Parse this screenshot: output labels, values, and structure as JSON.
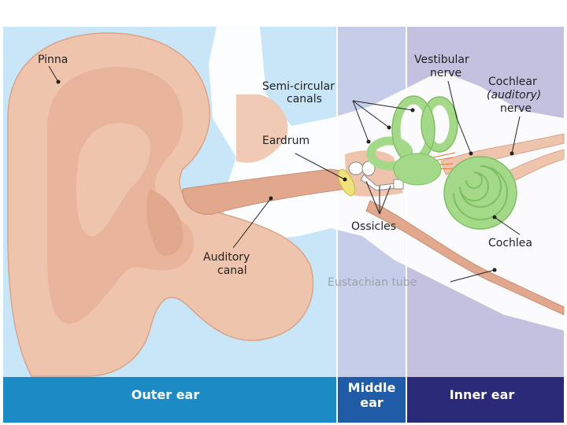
{
  "labels": {
    "pinna": "Pinna",
    "semicircular_1": "Semi-circular",
    "semicircular_2": "canals",
    "vestibular_1": "Vestibular",
    "vestibular_2": "nerve",
    "cochlear_1": "Cochlear",
    "cochlear_2": "(auditory)",
    "cochlear_3": "nerve",
    "eardrum": "Eardrum",
    "ossicles": "Ossicles",
    "cochlea": "Cochlea",
    "auditory_canal_1": "Auditory",
    "auditory_canal_2": "canal",
    "eustachian": "Eustachian tube"
  },
  "regions": {
    "outer": "Outer ear",
    "middle_1": "Middle",
    "middle_2": "ear",
    "inner": "Inner ear"
  },
  "colors": {
    "outer_bg": "#c8e6f7",
    "middle_bg": "#c5cde8",
    "inner_bg": "#c4c1e0",
    "outer_band": "#1c8ac4",
    "middle_band": "#1f5ba6",
    "inner_band": "#2b2a78",
    "skin": "#efc4ad",
    "skin_dark": "#e2a88e",
    "inner_ear_green": "#a5d98a",
    "eardrum_yellow": "#f0e27a"
  }
}
